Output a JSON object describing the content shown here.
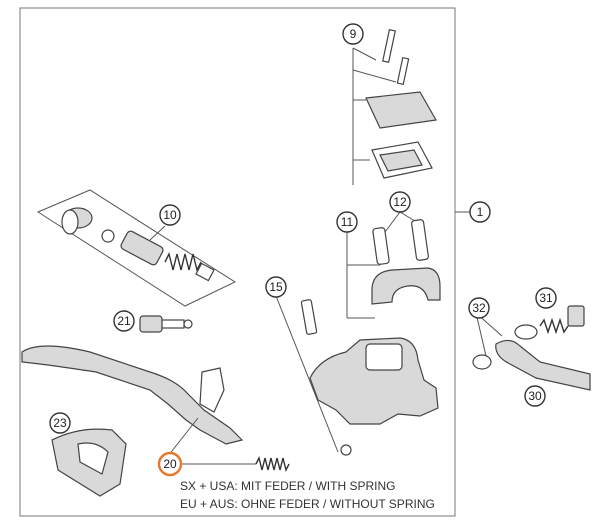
{
  "callouts": {
    "c1": "1",
    "c9": "9",
    "c10": "10",
    "c11": "11",
    "c12": "12",
    "c15": "15",
    "c20": "20",
    "c21": "21",
    "c23": "23",
    "c30": "30",
    "c31": "31",
    "c32": "32"
  },
  "notes": {
    "line1": "SX + USA:  MIT FEDER / WITH SPRING",
    "line2": "EU + AUS:  OHNE FEDER / WITHOUT SPRING"
  },
  "colors": {
    "highlight": "#e8762b"
  }
}
